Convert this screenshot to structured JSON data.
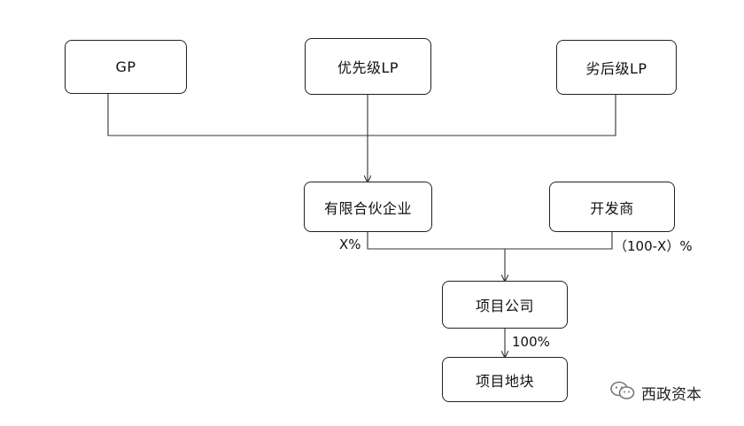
{
  "nodes": {
    "gp": "GP",
    "senior_lp": "优先级LP",
    "junior_lp": "劣后级LP",
    "lp_partnership": "有限合伙企业",
    "developer": "开发商",
    "project_company": "项目公司",
    "project_land": "项目地块"
  },
  "labels": {
    "partnership_share": "X%",
    "developer_share": "（100-X）%",
    "land_share": "100%"
  },
  "watermark": {
    "text": "西政资本",
    "icon": "wechat-icon"
  }
}
